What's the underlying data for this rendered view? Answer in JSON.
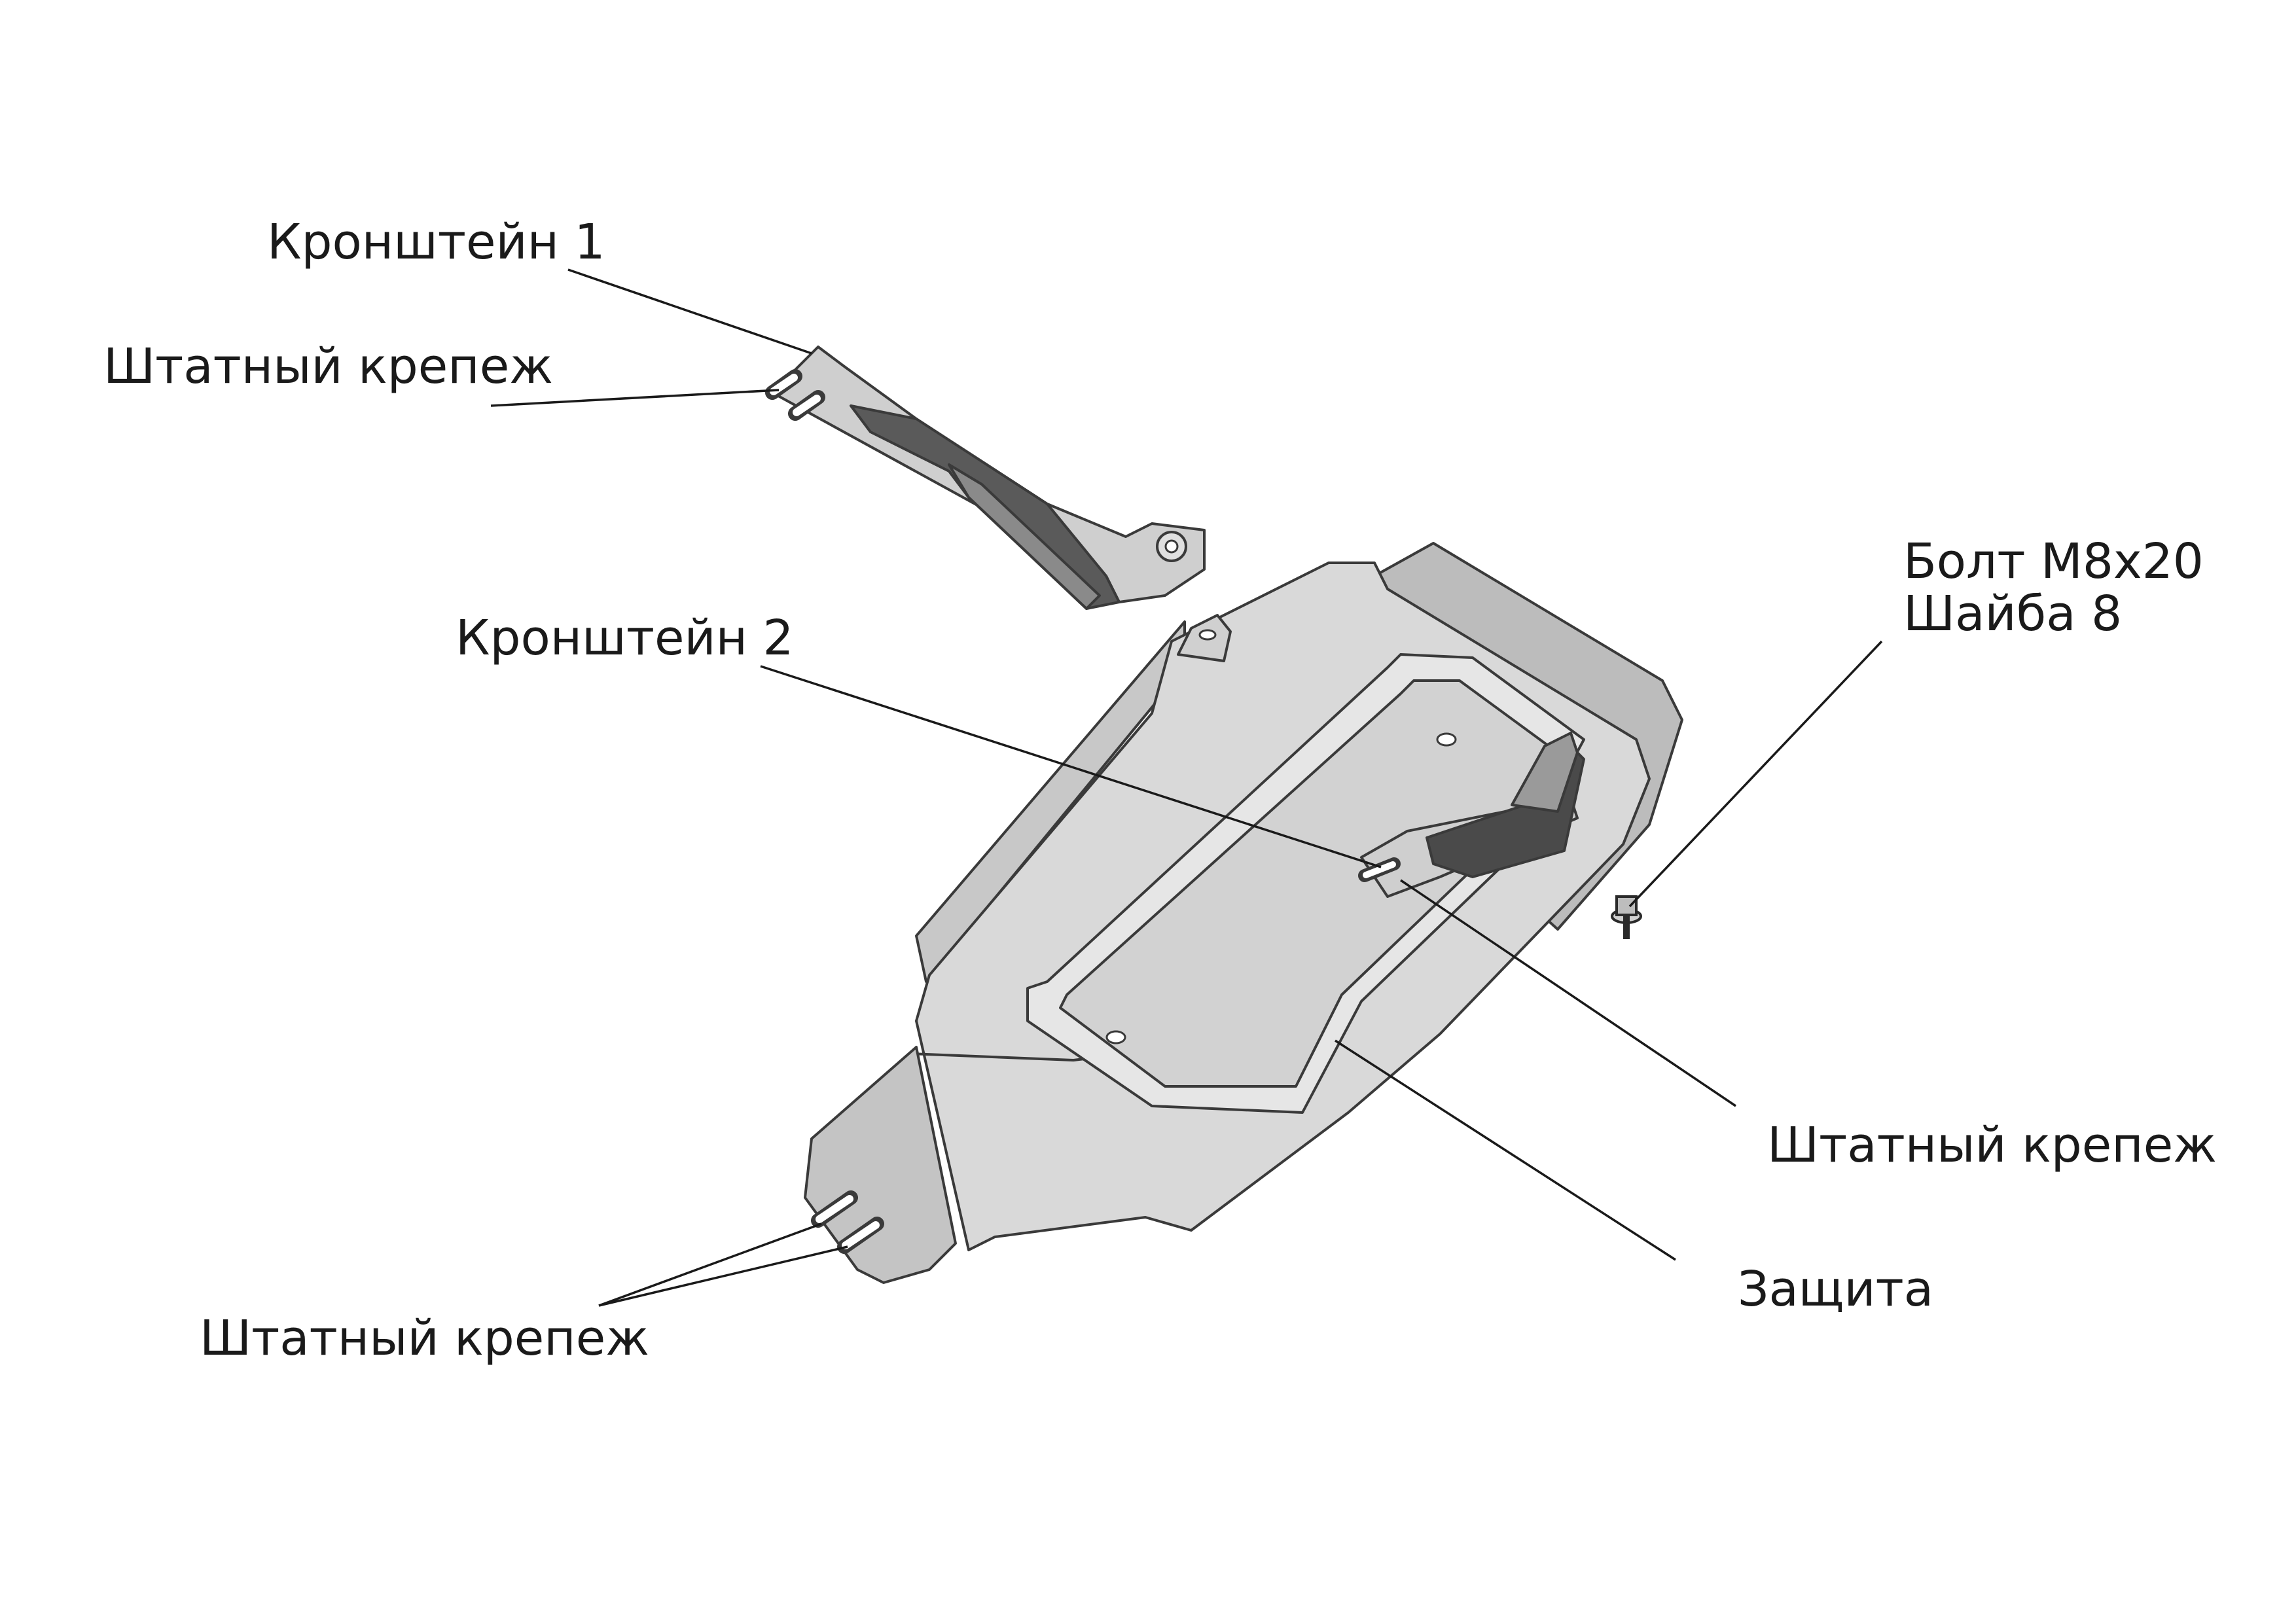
{
  "labels": {
    "bracket_1": "Кронштейн 1",
    "std_fastener_top": "Штатный крепеж",
    "bracket_2": "Кронштейн 2",
    "bolt": "Болт М8х20",
    "washer": "Шайба 8",
    "std_fastener_right": "Штатный крепеж",
    "guard": "Защита",
    "std_fastener_bottom": "Штатный крепеж"
  },
  "colors": {
    "plate_light": "#d9d9d9",
    "plate_mid": "#bdbdbd",
    "plate_dark": "#6e6e6e",
    "line": "#1a1a1a"
  }
}
